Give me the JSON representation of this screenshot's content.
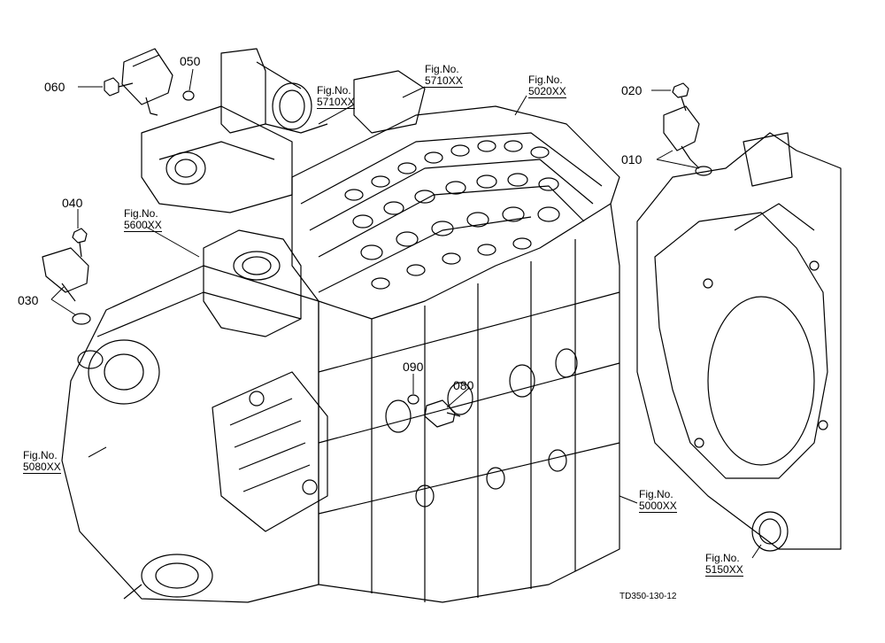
{
  "part_labels": [
    "060",
    "050",
    "020",
    "010",
    "040",
    "030",
    "090",
    "080"
  ],
  "fig_refs": [
    {
      "prefix": "Fig.No.",
      "number": "5710XX"
    },
    {
      "prefix": "Fig.No.",
      "number": "5710XX"
    },
    {
      "prefix": "Fig.No.",
      "number": "5020XX"
    },
    {
      "prefix": "Fig.No.",
      "number": "5600XX"
    },
    {
      "prefix": "Fig.No.",
      "number": "5080XX"
    },
    {
      "prefix": "Fig.No.",
      "number": "5000XX"
    },
    {
      "prefix": "Fig.No.",
      "number": "5150XX"
    }
  ],
  "drawing_code": "TD350-130-12"
}
